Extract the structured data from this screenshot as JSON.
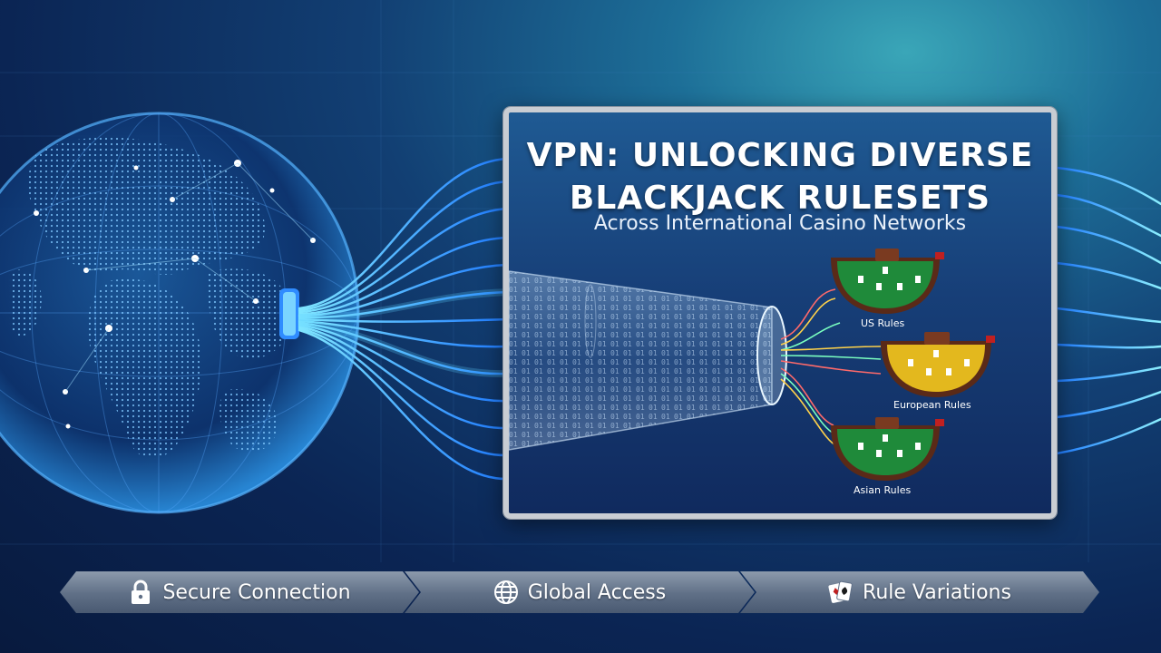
{
  "headline": {
    "line1": "VPN: UNLOCKING DIVERSE",
    "line2": "BLACKJACK RULESETS",
    "subtitle": "Across International Casino Networks"
  },
  "tables": [
    {
      "label": "US Rules",
      "felt": "#1f8a3a"
    },
    {
      "label": "European Rules",
      "felt": "#e3b81e"
    },
    {
      "label": "Asian Rules",
      "felt": "#1f8a3a"
    }
  ],
  "features": [
    {
      "label": "Secure Connection",
      "icon": "lock-icon"
    },
    {
      "label": "Global Access",
      "icon": "globe-icon"
    },
    {
      "label": "Rule Variations",
      "icon": "playing-cards-icon"
    }
  ],
  "colors": {
    "accent": "#2f9bff",
    "cyan": "#54e0ff",
    "table_rim": "#5a2a18"
  }
}
